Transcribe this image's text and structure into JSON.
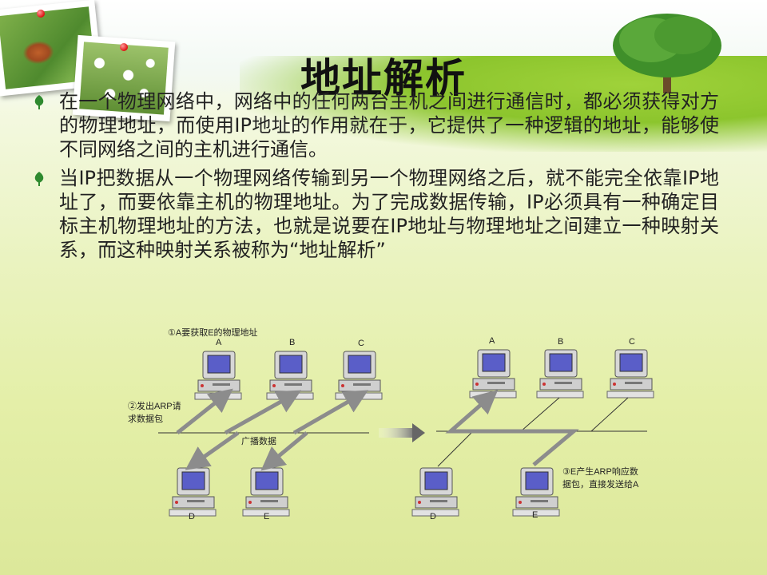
{
  "slide": {
    "title": "地址解析",
    "paragraphs": [
      "在一个物理网络中，网络中的任何两台主机之间进行通信时，都必须获得对方的物理地址，而使用IP地址的作用就在于，它提供了一种逻辑的地址，能够使不同网络之间的主机进行通信。",
      "当IP把数据从一个物理网络传输到另一个物理网络之后，就不能完全依靠IP地址了，而要依靠主机的物理地址。为了完成数据传输，IP必须具有一种确定目标主机物理地址的方法，也就是说要在IP地址与物理地址之间建立一种映射关系，而这种映射关系被称为“地址解析”"
    ]
  },
  "diagram": {
    "left": {
      "step1": "①A要获取E的物理地址",
      "step2_line1": "②发出ARP请",
      "step2_line2": "求数据包",
      "broadcast": "广播数据",
      "hosts_top": [
        "A",
        "B",
        "C"
      ],
      "hosts_bottom": [
        "D",
        "E"
      ]
    },
    "right": {
      "step3_line1": "③E产生ARP响应数",
      "step3_line2": "据包，直接发送给A",
      "hosts_top": [
        "A",
        "B",
        "C"
      ],
      "hosts_bottom": [
        "D",
        "E"
      ]
    }
  },
  "colors": {
    "bullet_green": "#2f8a2f",
    "arrow_gray": "#8c8c8c",
    "screen_blue": "#5a5ec8"
  }
}
